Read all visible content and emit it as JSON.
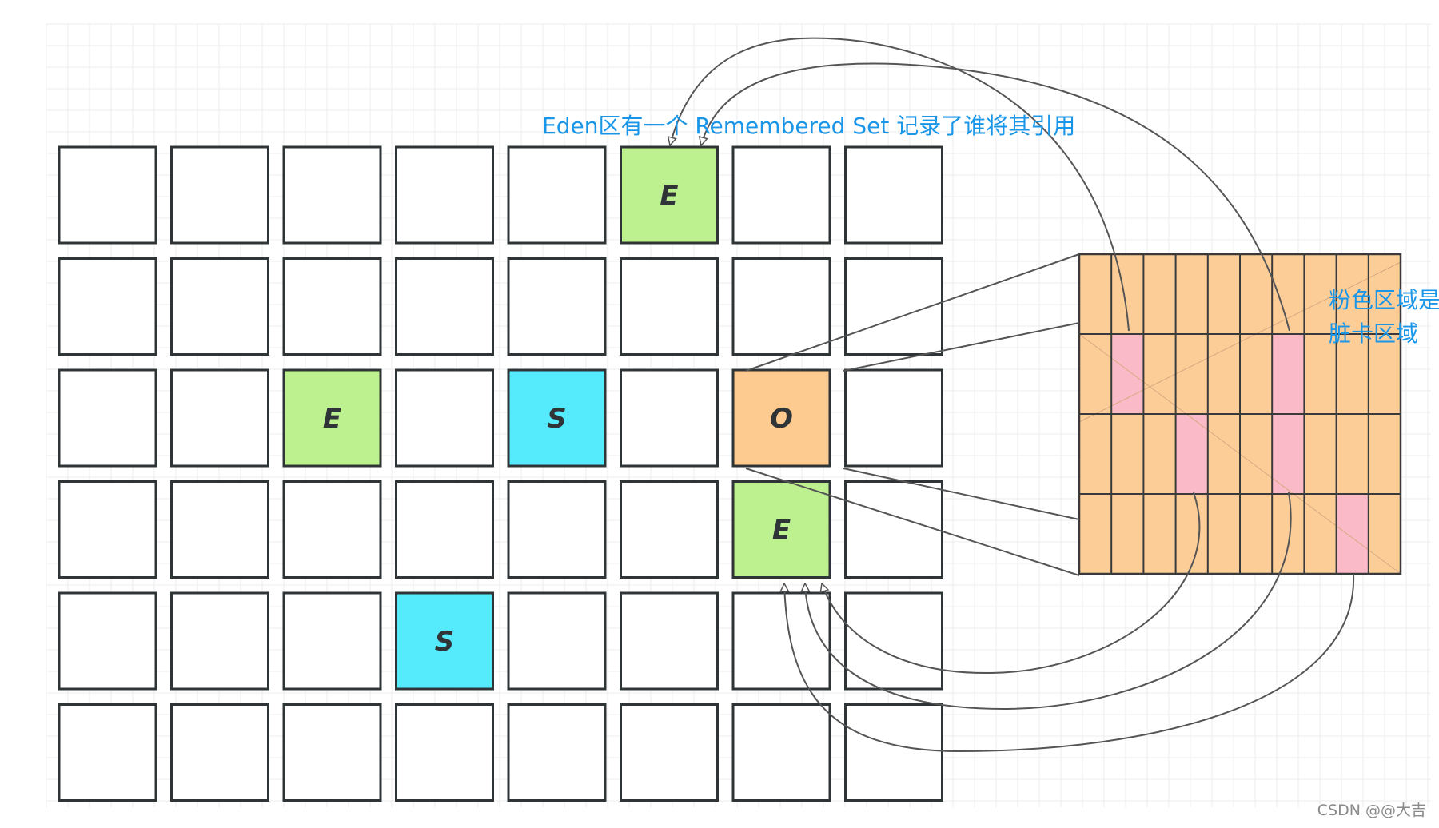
{
  "notes": {
    "eden_remembered_set": "Eden区有一个 Remembered Set 记录了谁将其引用",
    "dirty_card_line1": "粉色区域是",
    "dirty_card_line2": "脏卡区域"
  },
  "heap_grid": {
    "rows": 6,
    "cols": 8,
    "regions": [
      {
        "row": 0,
        "col": 5,
        "type": "E"
      },
      {
        "row": 2,
        "col": 2,
        "type": "E"
      },
      {
        "row": 2,
        "col": 4,
        "type": "S"
      },
      {
        "row": 2,
        "col": 6,
        "type": "O"
      },
      {
        "row": 3,
        "col": 6,
        "type": "E"
      },
      {
        "row": 4,
        "col": 3,
        "type": "S"
      }
    ]
  },
  "card_table": {
    "rows": 4,
    "cols": 10,
    "dirty_cards": [
      {
        "row": 1,
        "col": 1
      },
      {
        "row": 1,
        "col": 6
      },
      {
        "row": 2,
        "col": 3
      },
      {
        "row": 2,
        "col": 6
      },
      {
        "row": 3,
        "col": 8
      }
    ]
  },
  "colors": {
    "eden": "#bdf08f",
    "survivor": "#56ebfc",
    "old": "#fdca90",
    "card": "#fdcd98",
    "dirty_card": "#fbbac7",
    "note_text": "#1a96e8",
    "border": "#2f3437"
  },
  "watermark": "CSDN @@大吉"
}
